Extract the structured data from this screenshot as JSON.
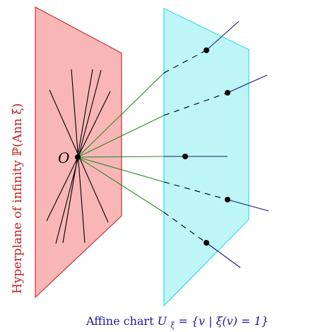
{
  "colors": {
    "left_plane_fill": "#f9b6b6",
    "left_plane_stroke": "#d03030",
    "right_plane_fill": "#a8f2f4",
    "right_plane_stroke": "#33e0e8",
    "green_ray": "#2a8a2a",
    "blue_ray": "#1a1a6e",
    "black": "#000000",
    "left_label": "#c02020",
    "right_label": "#1a1a9a"
  },
  "labels": {
    "origin": "O",
    "left_plane": "Hyperplane of infinity ℙ(Ann ξ)",
    "right_plane_prefix": "Affine chart ",
    "right_plane_formula": "U",
    "right_plane_sub": "ξ",
    "right_plane_rest": " = {v | ξ(v) = 1}"
  }
}
